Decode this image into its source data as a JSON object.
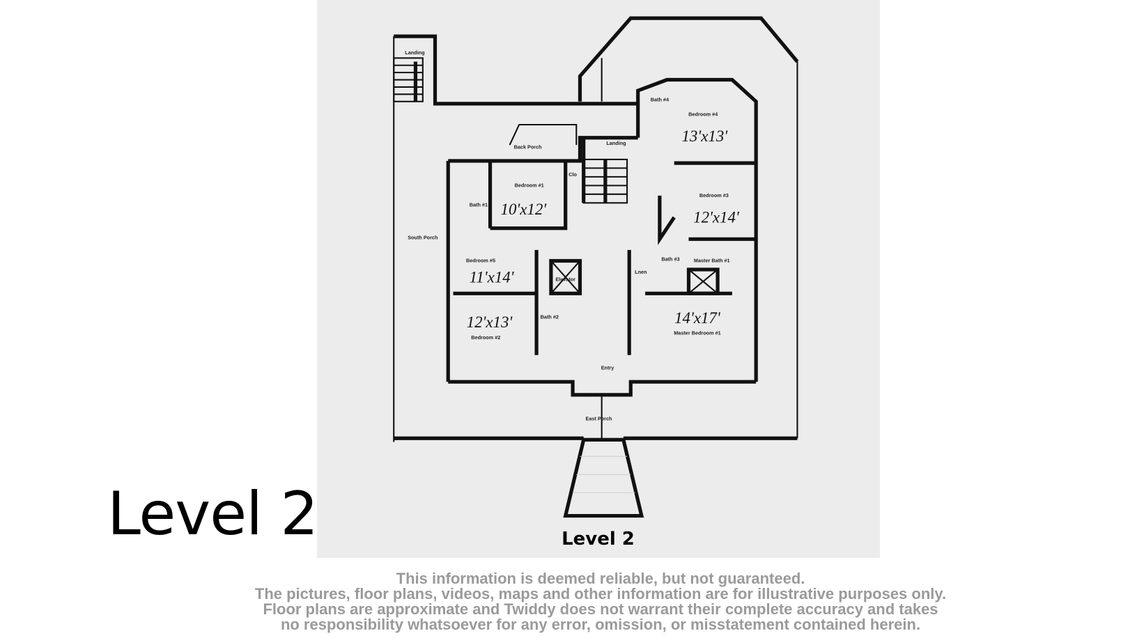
{
  "title": "Level 2",
  "plan": {
    "caption": "Level 2",
    "rooms": [
      {
        "name": "Bedroom #4",
        "size": "13'x13'"
      },
      {
        "name": "Bedroom #1",
        "size": "10'x12'"
      },
      {
        "name": "Bedroom #3",
        "size": "12'x14'"
      },
      {
        "name": "Bedroom #5",
        "size": "11'x14'"
      },
      {
        "name": "Bedroom #2",
        "size": "12'x13'"
      },
      {
        "name": "Master Bedroom #1",
        "size": "14'x17'"
      }
    ],
    "labels": {
      "landing_top": "Landing",
      "landing": "Landing",
      "back_porch": "Back Porch",
      "south_porch": "South Porch",
      "entry": "Entry",
      "east_porch": "East Porch",
      "master_bath": "Master Bath #1",
      "bath1": "Bath #1",
      "bath2": "Bath #2",
      "bath3": "Bath #3",
      "bath4": "Bath #4",
      "elevator": "Elevator",
      "linen": "Lnen",
      "closet": "Clo"
    }
  },
  "disclaimer": [
    "This information is deemed reliable, but not guaranteed.",
    "The pictures, floor plans, videos, maps and other information are for illustrative purposes only.",
    "Floor plans are approximate and Twiddy does not warrant their complete accuracy and takes",
    "no responsibility whatsoever for any error, omission, or misstatement contained herein."
  ]
}
